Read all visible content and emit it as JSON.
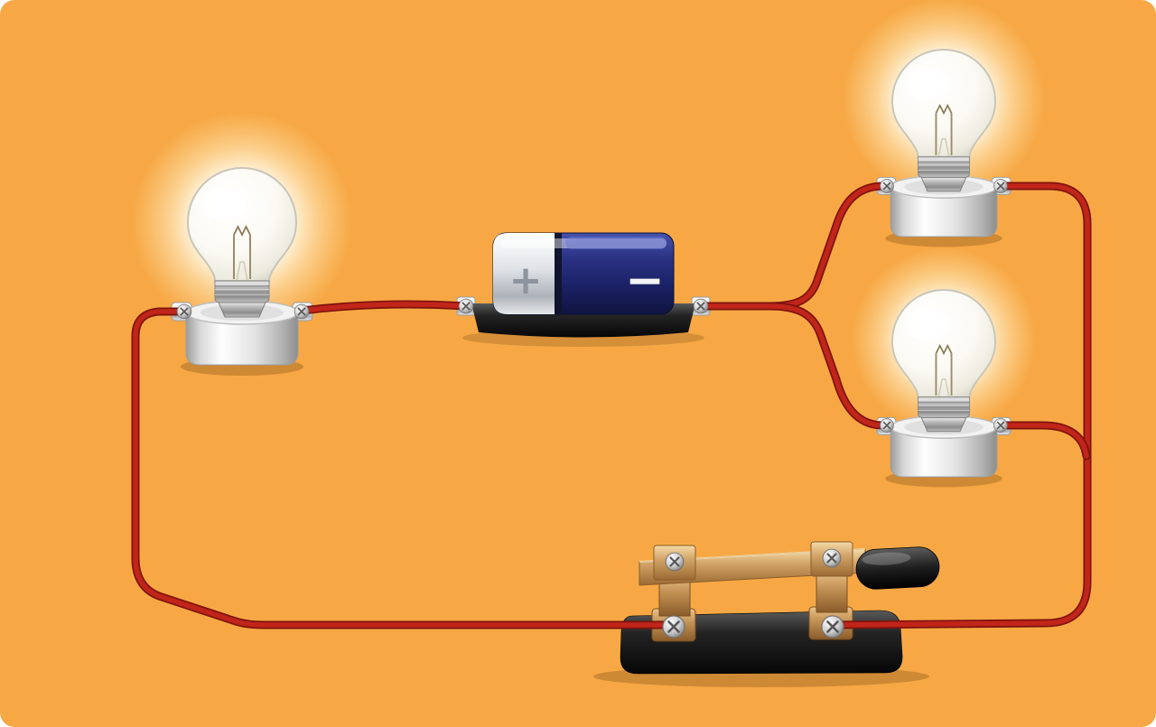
{
  "scene": {
    "description": "Electric circuit illustration: a battery powers three lit light bulbs (one on the left in series, two on the right in parallel) through red wires and a closed knife switch",
    "background_color": "#F7A845",
    "wire_color": "#C1251A",
    "battery_body_color": "#1B2166",
    "copper_color": "#C08F52",
    "glow_color": "#FFFFFF"
  },
  "battery": {
    "positive_label": "+",
    "negative_label": "−"
  },
  "components": {
    "left_bulb": "light bulb (lit)",
    "top_right_bulb": "light bulb (lit)",
    "middle_right_bulb": "light bulb (lit)",
    "battery": "battery cell on holder",
    "switch": "knife switch (closed)"
  }
}
